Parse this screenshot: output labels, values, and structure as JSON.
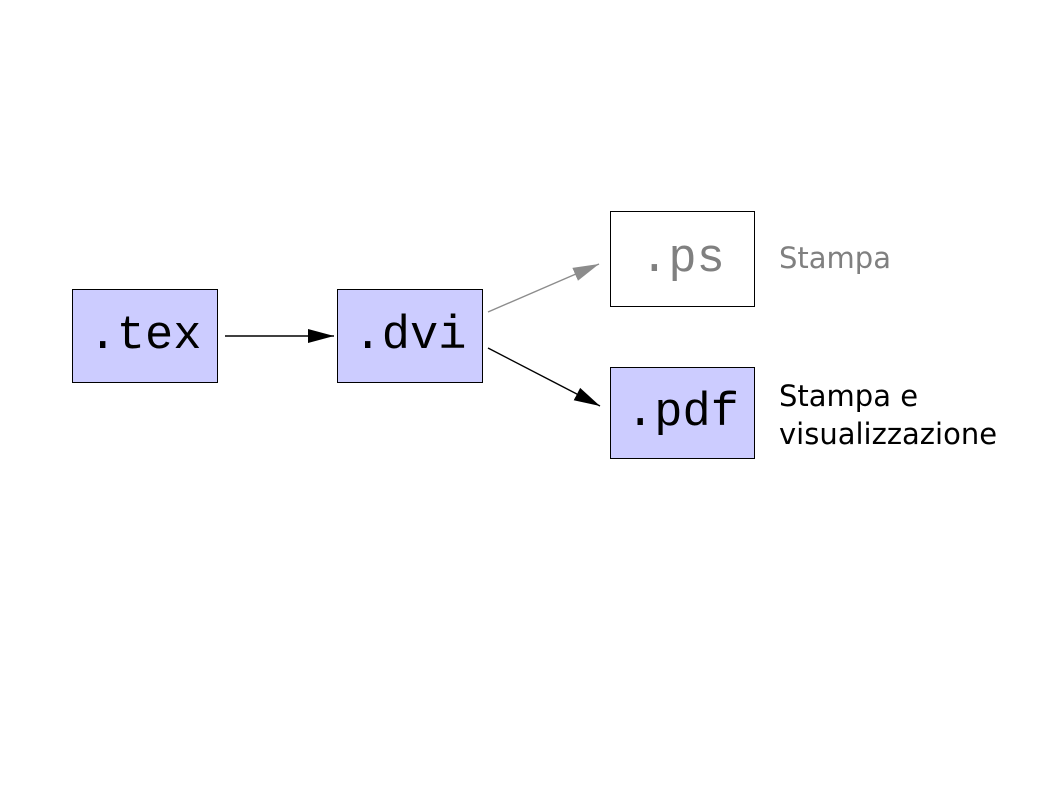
{
  "diagram": {
    "nodes": {
      "tex": {
        "label": ".tex",
        "fill": "#ccccff",
        "text_color": "#000000"
      },
      "dvi": {
        "label": ".dvi",
        "fill": "#ccccff",
        "text_color": "#000000"
      },
      "ps": {
        "label": ".ps",
        "fill": "#ffffff",
        "text_color": "#808080"
      },
      "pdf": {
        "label": ".pdf",
        "fill": "#ccccff",
        "text_color": "#000000"
      }
    },
    "annotations": {
      "ps": "Stampa",
      "pdf": "Stampa e visualizzazione"
    },
    "edges": [
      {
        "from": "tex",
        "to": "dvi",
        "color": "#000000"
      },
      {
        "from": "dvi",
        "to": "ps",
        "color": "#8c8c8c"
      },
      {
        "from": "dvi",
        "to": "pdf",
        "color": "#000000"
      }
    ],
    "colors": {
      "background": "#ffffff",
      "node_border": "#000000",
      "annotation_gray": "#808080",
      "annotation_black": "#000000"
    }
  }
}
